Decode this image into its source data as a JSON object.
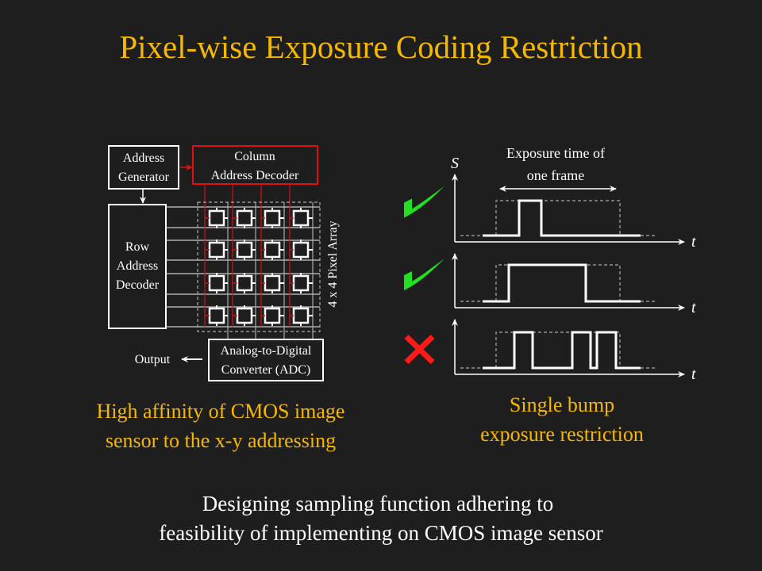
{
  "title": "Pixel-wise Exposure Coding Restriction",
  "left_diagram": {
    "address_generator": [
      "Address",
      "Generator"
    ],
    "column_decoder": [
      "Column",
      "Address Decoder"
    ],
    "row_decoder": [
      "Row",
      "Address",
      "Decoder"
    ],
    "pixel_array_label": "4 x 4 Pixel Array",
    "adc": [
      "Analog-to-Digital",
      "Converter (ADC)"
    ],
    "output_label": "Output",
    "caption": [
      "High affinity of CMOS image",
      "sensor to the x-y addressing"
    ]
  },
  "right_diagram": {
    "y_axis_label": "S",
    "x_axis_label": "t",
    "exposure_label": [
      "Exposure time of",
      "one frame"
    ],
    "panels": [
      {
        "status": "valid",
        "mark": "check-icon"
      },
      {
        "status": "valid",
        "mark": "check-icon"
      },
      {
        "status": "invalid",
        "mark": "cross-icon"
      }
    ],
    "caption": [
      "Single bump",
      "exposure restriction"
    ]
  },
  "footer": [
    "Designing sampling function adhering to",
    "feasibility of implementing on CMOS image sensor"
  ],
  "colors": {
    "background": "#1e1e1e",
    "accent": "#f5b800",
    "check": "#22e022",
    "cross": "#ff1a1a",
    "column_lines": "#cc1111"
  }
}
